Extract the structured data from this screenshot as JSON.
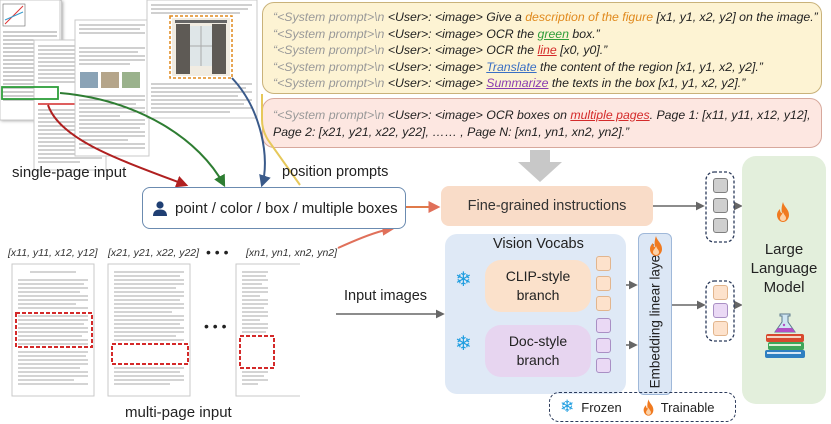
{
  "prompts_single": [
    {
      "sys": "“<System prompt>\\n",
      "a": " <User>: <image> Give a ",
      "kw": "description of the figure",
      "b": " [x1, y1, x2, y2] on the image.”"
    },
    {
      "sys": "“<System prompt>\\n",
      "a": " <User>: <image> OCR the ",
      "kw": "green",
      "b": " box.”"
    },
    {
      "sys": "“<System prompt>\\n",
      "a": " <User>: <image> OCR the ",
      "kw": "line",
      "b": " [x0, y0].”"
    },
    {
      "sys": "“<System prompt>\\n",
      "a": " <User>: <image> ",
      "kw": "Translate",
      "b": " the content of the region [x1, y1, x2, y2].”"
    },
    {
      "sys": "“<System prompt>\\n",
      "a": " <User>: <image> ",
      "kw": "Summarize",
      "b": " the texts in the box [x1, y1, x2, y2].”"
    }
  ],
  "prompt_multi": {
    "sys": "“<System prompt>\\n",
    "a": " <User>: <image> OCR boxes on ",
    "kw": "multiple pages",
    "b": ". Page 1: [x11, y11, x12, y12],",
    "line2": "Page 2: [x21, y21, x22, y22], …… , Page N: [xn1, yn1, xn2, yn2].”"
  },
  "labels": {
    "single_page": "single-page input",
    "multi_page": "multi-page input",
    "position_prompts": "position prompts",
    "position_types": "point / color / box / multiple boxes",
    "fine_grained": "Fine-grained instructions",
    "input_images": "Input images",
    "vision_vocabs": "Vision Vocabs",
    "clip_line1": "CLIP-style",
    "clip_line2": "branch",
    "doc_line1": "Doc-style",
    "doc_line2": "branch",
    "embedding": "Embedding linear layers",
    "llm_line1": "Large",
    "llm_line2": "Language",
    "llm_line3": "Model",
    "frozen": "Frozen",
    "trainable": "Trainable",
    "dots": "• • •"
  },
  "page_coords": [
    "[x11, y11, x12, y12]",
    "[x21, y21, x22, y22]",
    "[xn1, yn1, xn2, yn2]"
  ],
  "colors": {
    "orange": "#e08a1e",
    "green": "#2e9e3a",
    "red": "#d42a2a",
    "blue": "#3a6fc4",
    "purple": "#8a3cb0",
    "frozen": "#1e9de0",
    "trainable": "#f07a20"
  }
}
